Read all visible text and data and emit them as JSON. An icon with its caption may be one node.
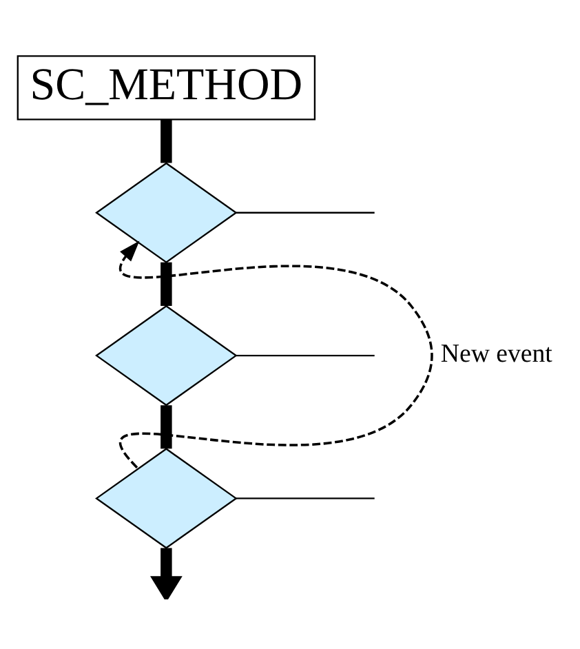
{
  "diagram": {
    "nodes": [
      {
        "text": [
          "SC_METHOD"
        ]
      },
      {
        "text": [],
        "shape": "diamond"
      },
      {
        "text": [],
        "shape": "diamond"
      },
      {
        "text": [],
        "shape": "diamond"
      }
    ],
    "edges": [
      {
        "from": 0,
        "to": 1,
        "arrow": "none",
        "style": "thick"
      },
      {
        "from": 1,
        "to": 2,
        "arrow": "none",
        "style": "thick"
      },
      {
        "from": 2,
        "to": 3,
        "arrow": "none",
        "style": "thick"
      },
      {
        "from": 1,
        "to": null,
        "arrow": "none"
      },
      {
        "from": 2,
        "to": null,
        "arrow": "none"
      },
      {
        "from": 3,
        "to": null,
        "arrow": "none"
      },
      {
        "from": 3,
        "to": null,
        "arrow": "to",
        "style": "thick"
      },
      {
        "from": 3,
        "to": 1,
        "arrow": "to",
        "style": "dashed",
        "label": "New event"
      }
    ]
  }
}
